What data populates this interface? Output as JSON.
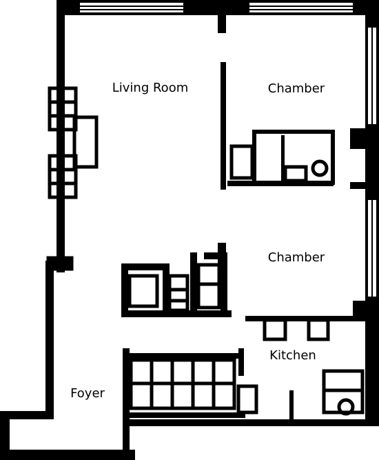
{
  "floor_plan": {
    "rooms": [
      {
        "id": "living-room",
        "label": "Living Room"
      },
      {
        "id": "chamber-1",
        "label": "Chamber"
      },
      {
        "id": "chamber-2",
        "label": "Chamber"
      },
      {
        "id": "kitchen",
        "label": "Kitchen"
      },
      {
        "id": "foyer",
        "label": "Foyer"
      }
    ],
    "colors": {
      "wall": "#000000",
      "floor": "#ffffff"
    }
  }
}
